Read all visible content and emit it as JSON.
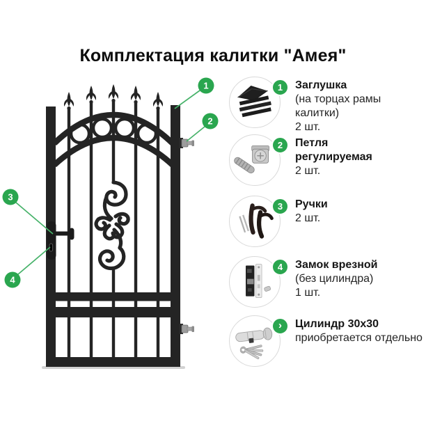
{
  "title": "Комплектация калитки \"Амея\"",
  "colors": {
    "accent_green": "#2aa64f",
    "callout_line_green": "#46b269",
    "gate_color": "#242424",
    "photo_circle_border": "#d9d9d9",
    "text_color": "#1c1c1c"
  },
  "gate": {
    "callouts": [
      {
        "number": "1"
      },
      {
        "number": "2"
      },
      {
        "number": "3"
      },
      {
        "number": "4"
      }
    ]
  },
  "items": [
    {
      "badge": "1",
      "icon": "end-cap-icon",
      "name": "Заглушка",
      "note": "(на торцах рамы калитки)",
      "qty": "2 шт."
    },
    {
      "badge": "2",
      "icon": "hinge-icon",
      "name": "Петля",
      "name2": "регулируемая",
      "qty": "2 шт."
    },
    {
      "badge": "3",
      "icon": "handles-icon",
      "name": "Ручки",
      "qty": "2 шт."
    },
    {
      "badge": "4",
      "icon": "lock-icon",
      "name": "Замок врезной",
      "note": "(без цилиндра)",
      "qty": "1 шт."
    },
    {
      "badge": "›",
      "icon": "cylinder-icon",
      "name": "Цилиндр 30х30",
      "note": "приобретается отдельно"
    }
  ]
}
